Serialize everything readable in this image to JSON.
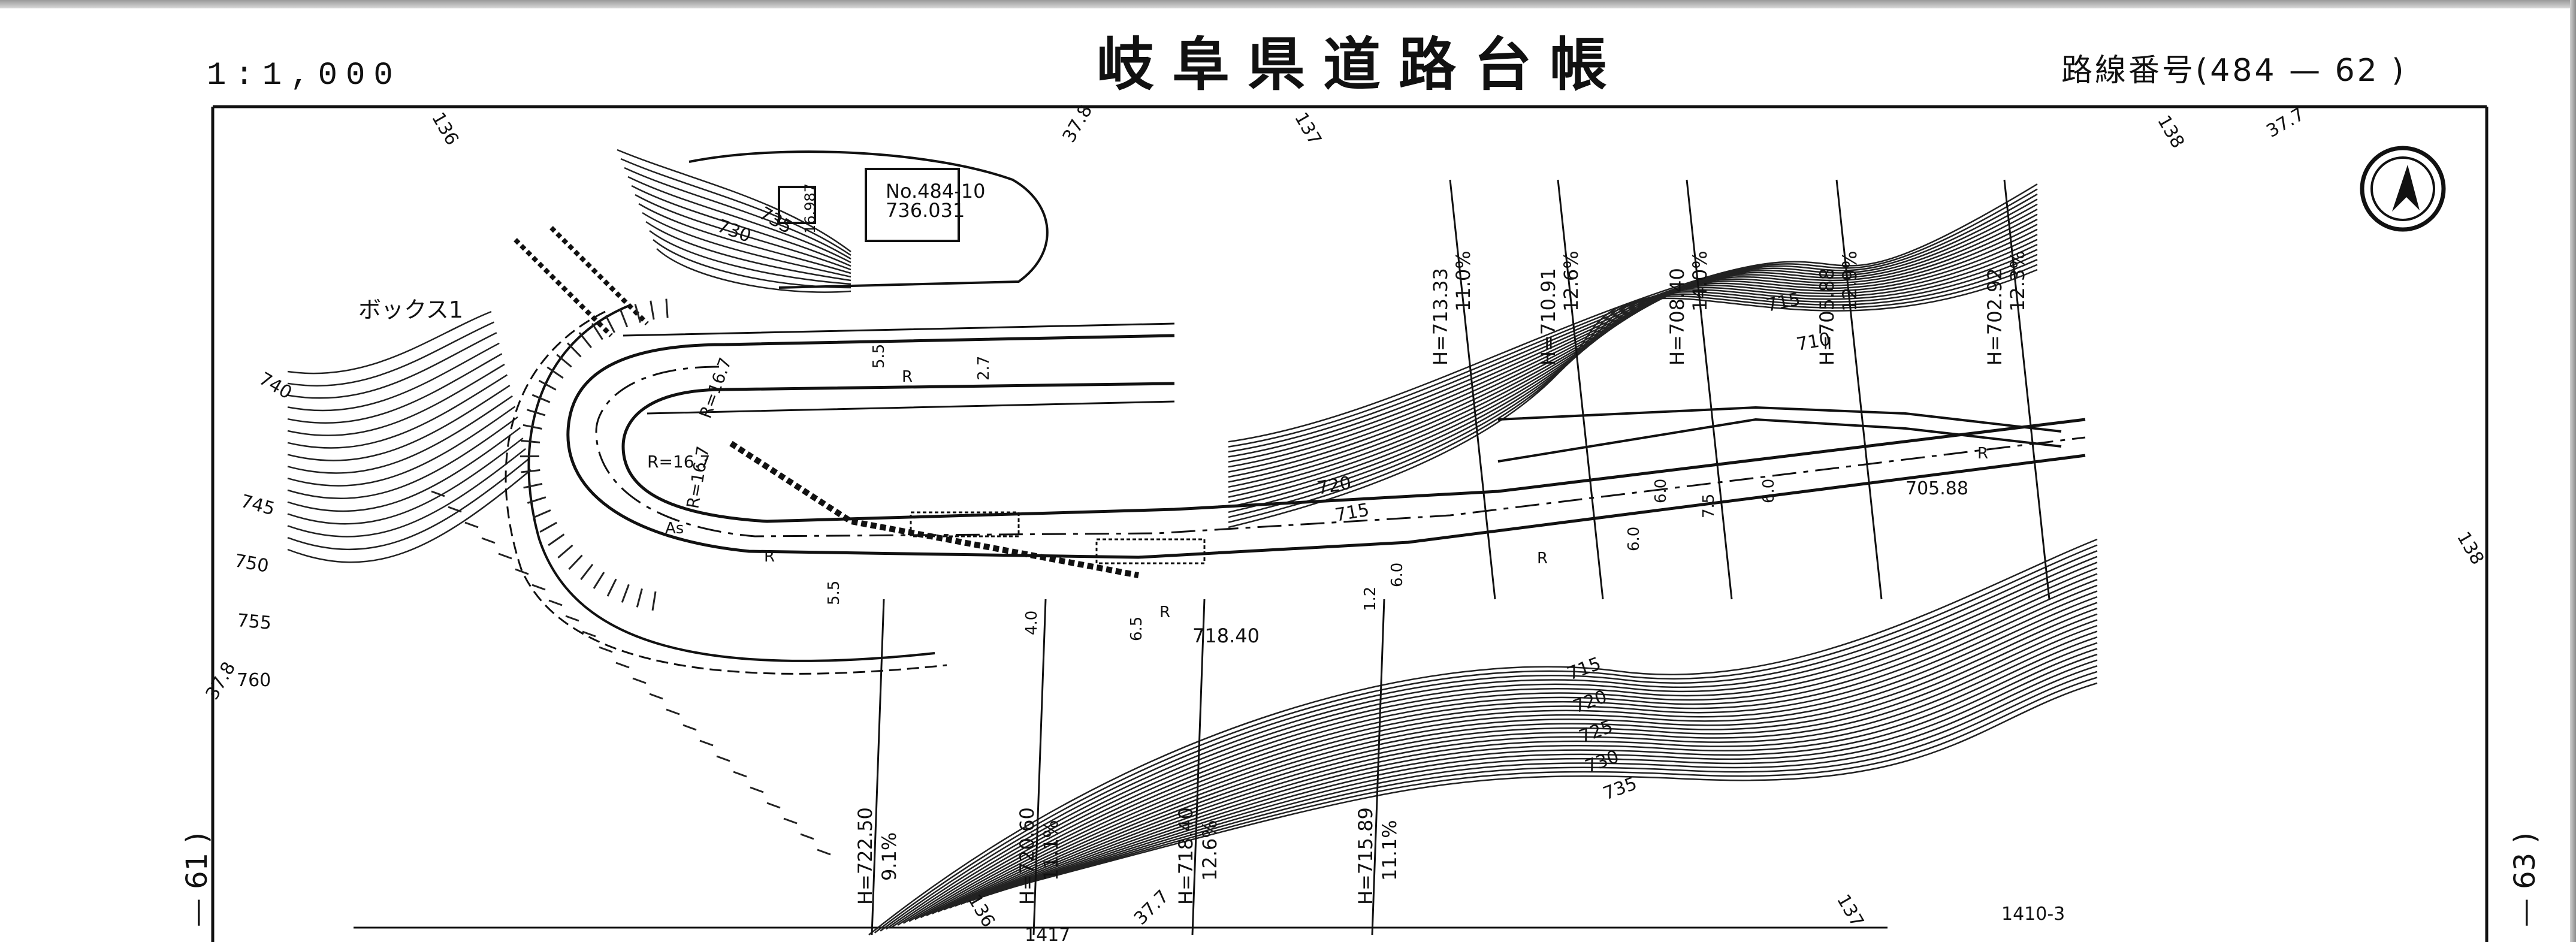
{
  "header": {
    "scale": "1:1,000",
    "title": "岐阜県道路台帳",
    "route_number": "路線番号(484 — 62 )"
  },
  "margins": {
    "left_page": "— 61 )",
    "right_page": "— 63 )"
  },
  "north_arrow": "north-arrow",
  "map": {
    "benchmark": {
      "id": "No.484-10",
      "elevation": "736.031"
    },
    "structure_label": "ボックス1",
    "small_value": "16.987",
    "surface_label": "As",
    "radius_labels": [
      "R=16.7",
      "R=16.7",
      "R=16.7"
    ],
    "road_marks": [
      "R",
      "R",
      "R",
      "R",
      "R"
    ],
    "road_elevations": [
      "718.40",
      "705.88"
    ],
    "contours": [
      "715",
      "710",
      "720",
      "715",
      "730",
      "735",
      "740",
      "745",
      "750",
      "755",
      "760",
      "715",
      "720",
      "725",
      "730",
      "735"
    ],
    "grades_top": [
      {
        "h": "H=713.33",
        "pct": "11.0%"
      },
      {
        "h": "H=710.91",
        "pct": "12.6%"
      },
      {
        "h": "H=708.40",
        "pct": "14.0%"
      },
      {
        "h": "H=705.88",
        "pct": "12.9%"
      },
      {
        "h": "H=702.92",
        "pct": "12.3%"
      }
    ],
    "grades_bottom": [
      {
        "h": "H=722.50",
        "pct": "9.1%"
      },
      {
        "h": "H=720.60",
        "pct": "11.1%"
      },
      {
        "h": "H=718.40",
        "pct": "12.6%"
      },
      {
        "h": "H=715.89",
        "pct": "11.1%"
      }
    ],
    "sheet_refs": [
      "136",
      "37.8",
      "137",
      "138",
      "37.7",
      "138",
      "37.8",
      "136",
      "37.7",
      "137",
      "1410-3",
      "1417"
    ],
    "widths": [
      "5.5",
      "2.7",
      "5.5",
      "6.0",
      "7.5",
      "4.0",
      "6.5",
      "1.2",
      "6.0",
      "6.0",
      "6.0"
    ]
  }
}
